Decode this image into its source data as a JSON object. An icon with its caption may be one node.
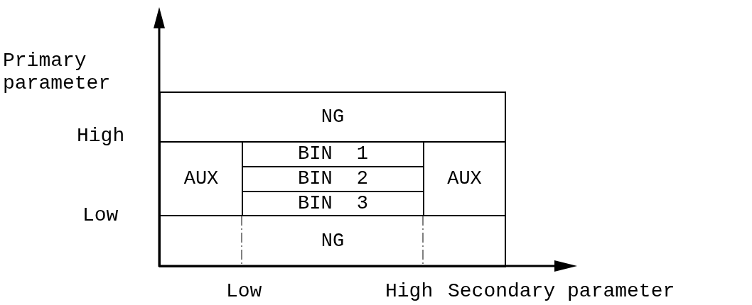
{
  "diagram": {
    "nodes": [
      {
        "text": [
          "NG"
        ]
      },
      {
        "text": [
          "AUX"
        ]
      },
      {
        "text": [
          "BIN 1"
        ]
      },
      {
        "text": [
          "BIN 2"
        ]
      },
      {
        "text": [
          "BIN 3"
        ]
      },
      {
        "text": [
          "AUX"
        ]
      },
      {
        "text": [
          "NG"
        ]
      }
    ],
    "edges": [],
    "labels": [
      "Primary parameter",
      "High",
      "Low",
      "Low",
      "High",
      "Secondary parameter"
    ]
  }
}
